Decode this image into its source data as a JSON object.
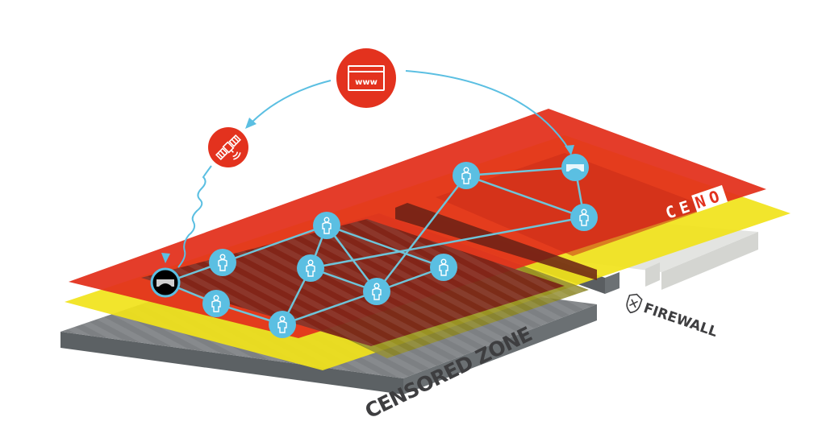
{
  "diagram": {
    "title": "CENO network across censored zone and firewall",
    "brand": {
      "letters": [
        "C",
        "E",
        "N",
        "O"
      ],
      "highlighted_letters": [
        "N",
        "O"
      ]
    },
    "labels": {
      "censored_zone": "CENSORED ZONE",
      "firewall": "FIREWALL",
      "www": "www"
    },
    "colors": {
      "red_layer": "#e2311d",
      "red_dark": "#7a2418",
      "yellow_layer": "#f1e31a",
      "olive": "#8b8523",
      "gray_layer": "#7d8083",
      "gray_side": "#5c6164",
      "light_gray": "#e3e4e1",
      "node_blue": "#5bbfe2",
      "link_blue": "#6ec4d9",
      "icon_red": "#e3321e",
      "text_dark": "#3e3e40"
    },
    "layers": [
      {
        "name": "CENO network layer",
        "color": "red"
      },
      {
        "name": "Yellow layer",
        "color": "yellow"
      },
      {
        "name": "Censored zone base",
        "color": "gray"
      },
      {
        "name": "Uncensored base",
        "color": "light-gray"
      }
    ],
    "nodes": [
      {
        "id": "www",
        "icon": "www-browser-icon",
        "type": "source"
      },
      {
        "id": "satellite",
        "icon": "satellite-icon",
        "type": "relay"
      },
      {
        "id": "bridge-censored",
        "icon": "bridge-icon",
        "type": "bridge",
        "zone": "censored"
      },
      {
        "id": "bridge-free",
        "icon": "bridge-icon",
        "type": "bridge",
        "zone": "uncensored"
      },
      {
        "id": "user-1",
        "icon": "user-icon",
        "type": "user"
      },
      {
        "id": "user-2",
        "icon": "user-icon",
        "type": "user"
      },
      {
        "id": "user-3",
        "icon": "user-icon",
        "type": "user"
      },
      {
        "id": "user-4",
        "icon": "user-icon",
        "type": "user"
      },
      {
        "id": "user-5",
        "icon": "user-icon",
        "type": "user"
      },
      {
        "id": "user-6",
        "icon": "user-icon",
        "type": "user"
      },
      {
        "id": "user-7",
        "icon": "user-icon",
        "type": "user"
      },
      {
        "id": "user-8",
        "icon": "user-icon",
        "type": "user"
      },
      {
        "id": "user-9",
        "icon": "user-icon",
        "type": "user"
      }
    ],
    "arrows": [
      {
        "from": "www",
        "to": "satellite",
        "style": "curved"
      },
      {
        "from": "www",
        "to": "bridge-free",
        "style": "curved"
      },
      {
        "from": "satellite",
        "to": "bridge-censored",
        "style": "wavy"
      }
    ],
    "links": [
      [
        "bridge-censored",
        "user-1"
      ],
      [
        "bridge-censored",
        "user-2"
      ],
      [
        "user-1",
        "user-4"
      ],
      [
        "user-2",
        "user-3"
      ],
      [
        "user-3",
        "user-5"
      ],
      [
        "user-3",
        "user-6"
      ],
      [
        "user-4",
        "user-5"
      ],
      [
        "user-4",
        "user-6"
      ],
      [
        "user-4",
        "user-7"
      ],
      [
        "user-5",
        "user-6"
      ],
      [
        "user-5",
        "user-9"
      ],
      [
        "user-6",
        "user-7"
      ],
      [
        "user-6",
        "user-8"
      ],
      [
        "user-8",
        "bridge-free"
      ],
      [
        "user-8",
        "user-9"
      ],
      [
        "bridge-free",
        "user-9"
      ]
    ]
  }
}
